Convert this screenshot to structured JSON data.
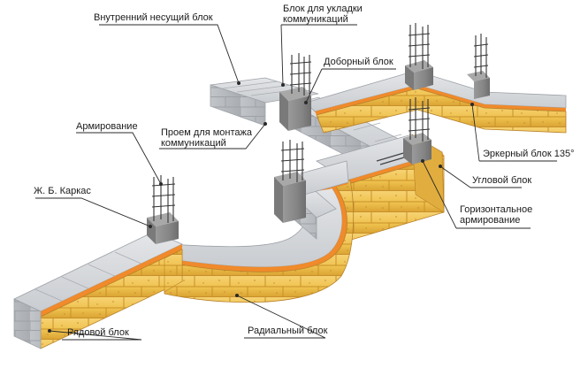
{
  "labels": {
    "inner_bearing_block": "Внутренний несущий блок",
    "utility_block": [
      "Блок для укладки",
      "коммуникаций"
    ],
    "additional_block": "Доборный блок",
    "reinforcement": "Армирование",
    "opening": [
      "Проем для монтажа",
      "коммуникаций"
    ],
    "rc_frame": "Ж. Б. Каркас",
    "bay_block": "Эркерный блок 135°",
    "corner_block": "Угловой блок",
    "horizontal_reinforcement": [
      "Горизонтальное",
      "армирование"
    ],
    "radial_block": "Радиальный блок",
    "row_block": "Рядовой блок"
  },
  "colors": {
    "background": "#ffffff",
    "block_face": "#efc24e",
    "block_face_dark": "#d9a232",
    "block_top": "#d4d6d9",
    "block_gray_side": "#bfc2c6",
    "mortar": "#f08a2a",
    "concrete_column": "#8e8e8e",
    "rebar": "#3a3a3a",
    "leader_line": "#2a2a2a"
  }
}
